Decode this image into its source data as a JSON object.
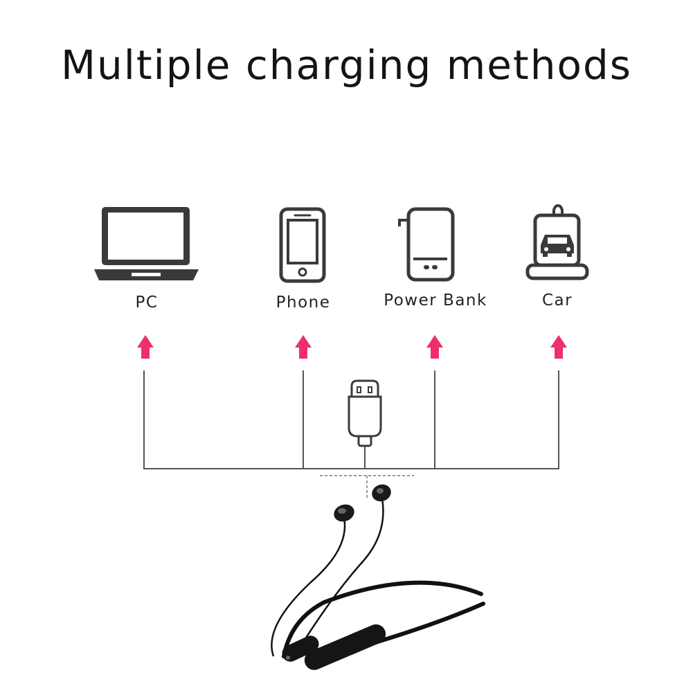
{
  "title": "Multiple charging methods",
  "sources": [
    {
      "label": "PC",
      "icon": "laptop-icon"
    },
    {
      "label": "Phone",
      "icon": "smartphone-icon"
    },
    {
      "label": "Power Bank",
      "icon": "power-bank-icon"
    },
    {
      "label": "Car",
      "icon": "car-charger-icon"
    }
  ],
  "colors": {
    "arrow": "#ee2f6a",
    "icon": "#3a3a3a",
    "line": "#555555"
  }
}
